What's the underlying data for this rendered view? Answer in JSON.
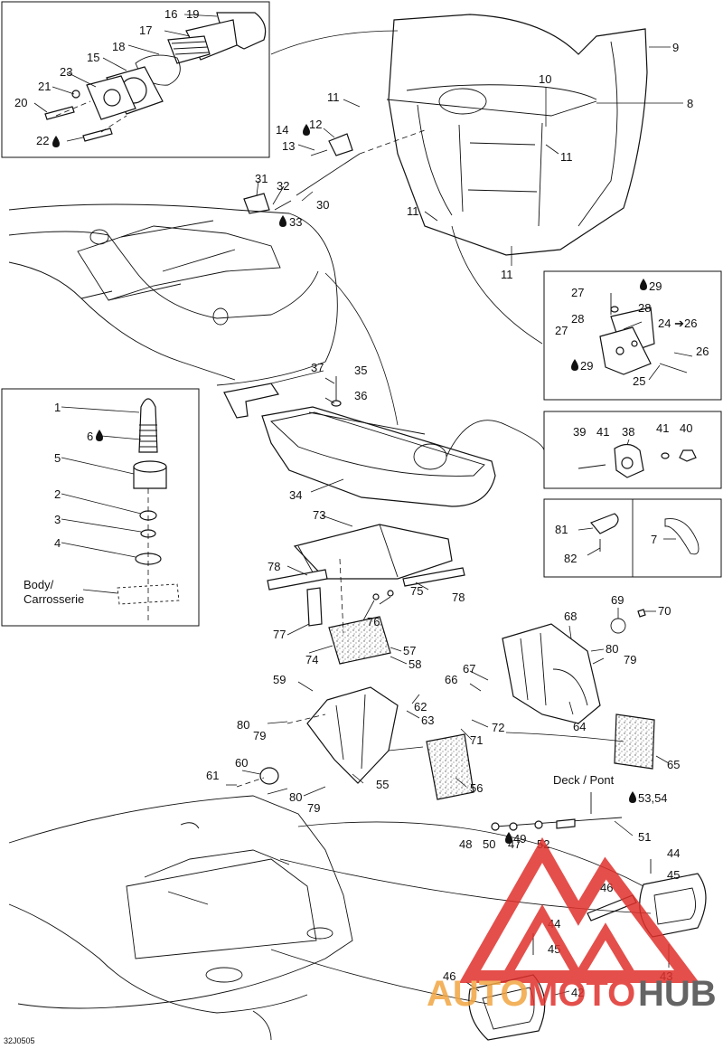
{
  "figure_code": "32J0505",
  "texts": {
    "body_carrosserie_1": "Body/",
    "body_carrosserie_2": "Carrosserie",
    "deck_pont": "Deck / Pont"
  },
  "watermark": {
    "part1": "AUTO",
    "part2": "MOTO",
    "part3": "HUB",
    "color_red": "#e0312c",
    "color_orange": "#f2a541",
    "color_gray": "#4a4a4a"
  },
  "callouts": {
    "c1": "1",
    "c2": "2",
    "c3": "3",
    "c4": "4",
    "c5": "5",
    "c6": "6",
    "c7": "7",
    "c8": "8",
    "c9": "9",
    "c10": "10",
    "c11a": "11",
    "c11b": "11",
    "c11c": "11",
    "c11d": "11",
    "c12": "12",
    "c13": "13",
    "c14": "14",
    "c15": "15",
    "c16": "16",
    "c17": "17",
    "c18": "18",
    "c19": "19",
    "c20": "20",
    "c21": "21",
    "c22": "22",
    "c23": "23",
    "c24": "24 ➔26",
    "c25": "25",
    "c26": "26",
    "c27a": "27",
    "c27b": "27",
    "c28a": "28",
    "c28b": "28",
    "c29a": "29",
    "c29b": "29",
    "c30": "30",
    "c31": "31",
    "c32": "32",
    "c33": "33",
    "c34": "34",
    "c35": "35",
    "c36": "36",
    "c37": "37",
    "c38": "38",
    "c39": "39",
    "c40": "40",
    "c41a": "41",
    "c41b": "41",
    "c42": "42",
    "c43": "43",
    "c44a": "44",
    "c44b": "44",
    "c45a": "45",
    "c45b": "45",
    "c46a": "46",
    "c46b": "46",
    "c47": "47",
    "c48": "48",
    "c49": "49",
    "c50": "50",
    "c51": "51",
    "c52": "52",
    "c53": "53,54",
    "c55": "55",
    "c56": "56",
    "c57": "57",
    "c58": "58",
    "c59": "59",
    "c60": "60",
    "c61": "61",
    "c62": "62",
    "c63": "63",
    "c64": "64",
    "c65": "65",
    "c66": "66",
    "c67": "67",
    "c68": "68",
    "c69": "69",
    "c70": "70",
    "c71": "71",
    "c72": "72",
    "c73": "73",
    "c74": "74",
    "c75": "75",
    "c76": "76",
    "c77": "77",
    "c78a": "78",
    "c78b": "78",
    "c79a": "79",
    "c79b": "79",
    "c79c": "79",
    "c80a": "80",
    "c80b": "80",
    "c80c": "80",
    "c81": "81",
    "c82": "82"
  }
}
